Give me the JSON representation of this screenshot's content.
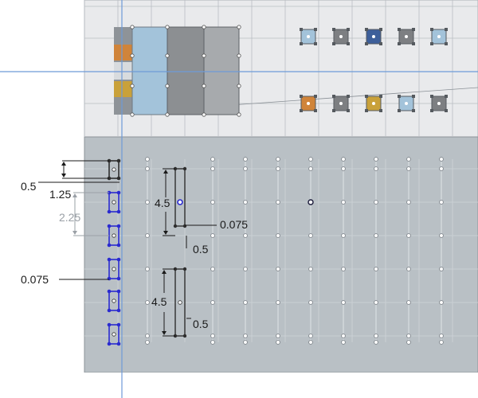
{
  "dimensions": {
    "top_width": "0.5",
    "top_height": "1.25",
    "spacing_muted": "2.25",
    "left_gap": "0.075",
    "mid_height_1": "4.5",
    "mid_gap_1": "0.075",
    "mid_width_1": "0.5",
    "mid_height_2": "4.5",
    "mid_width_2": "0.5"
  },
  "palette": {
    "sketch_area": "#b8bfc4",
    "upper_area": "#e8e9eb",
    "constraint_blue": "#2a2ad0",
    "axis_blue": "#5a8fd8",
    "tile_gray": "#7d7f82",
    "tile_blue_light": "#a3c3da",
    "tile_blue_dark": "#3d5f9a",
    "tile_orange": "#d0843a",
    "tile_gold": "#c9a13a"
  },
  "icons": {
    "vertex": "circle-point-icon",
    "dimension_arrow": "arrowhead-icon"
  }
}
